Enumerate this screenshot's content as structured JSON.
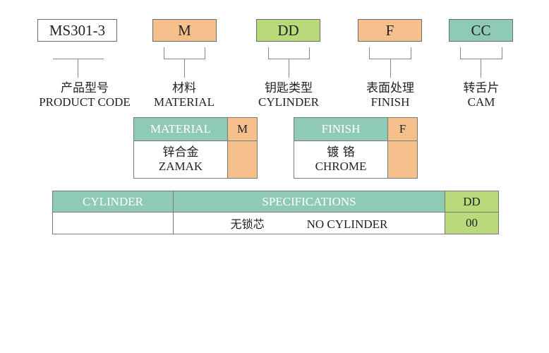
{
  "code_parts": [
    {
      "code": "MS301-3",
      "cn": "产品型号",
      "en": "PRODUCT CODE",
      "color": "#ffffff"
    },
    {
      "code": "M",
      "cn": "材料",
      "en": "MATERIAL",
      "color": "#f6c08d"
    },
    {
      "code": "DD",
      "cn": "钥匙类型",
      "en": "CYLINDER",
      "color": "#b8da7a"
    },
    {
      "code": "F",
      "cn": "表面处理",
      "en": "FINISH",
      "color": "#f6c08d"
    },
    {
      "code": "CC",
      "cn": "转舌片",
      "en": "CAM",
      "color": "#8fcbb4"
    }
  ],
  "material_table": {
    "header": "MATERIAL",
    "code_header": "M",
    "value_cn": "锌合金",
    "value_en": "ZAMAK"
  },
  "finish_table": {
    "header": "FINISH",
    "code_header": "F",
    "value_cn": "镀 铬",
    "value_en": "CHROME"
  },
  "cylinder_table": {
    "headers": [
      "CYLINDER",
      "SPECIFICATIONS",
      "DD"
    ],
    "rows": [
      {
        "cylinder": "",
        "spec_cn": "无锁芯",
        "spec_en": "NO CYLINDER",
        "code": "00"
      }
    ]
  }
}
